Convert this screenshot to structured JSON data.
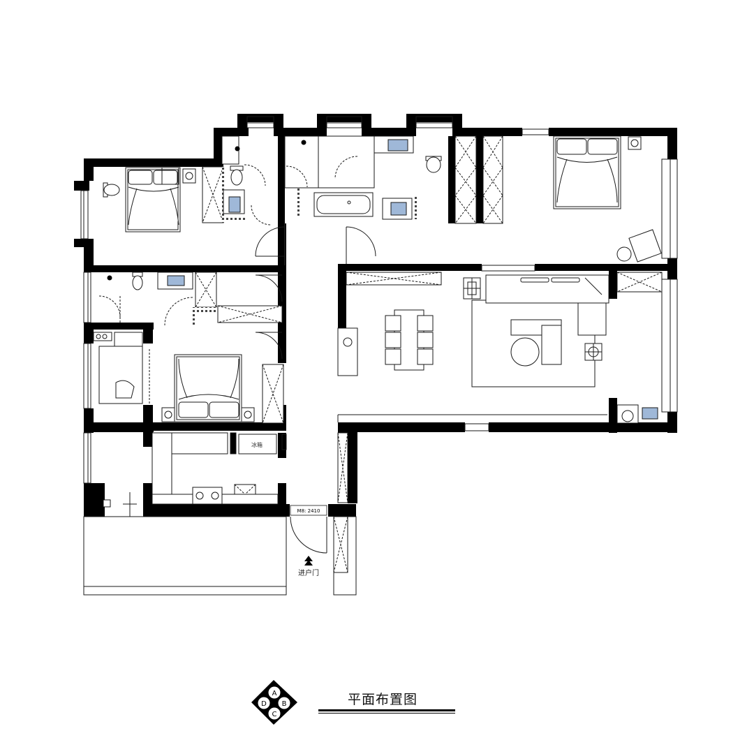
{
  "drawing": {
    "title": "平面布置图",
    "entrance_label": "进户门",
    "door_mark": "M8: 2410",
    "fridge_label": "冰箱"
  },
  "compass": {
    "top": "A",
    "right": "B",
    "bottom": "C",
    "left": "D"
  },
  "colors": {
    "wall": "#000000",
    "line": "#1a1a1a",
    "sink_fill": "#9fb8d8",
    "hatch": "#555555"
  }
}
